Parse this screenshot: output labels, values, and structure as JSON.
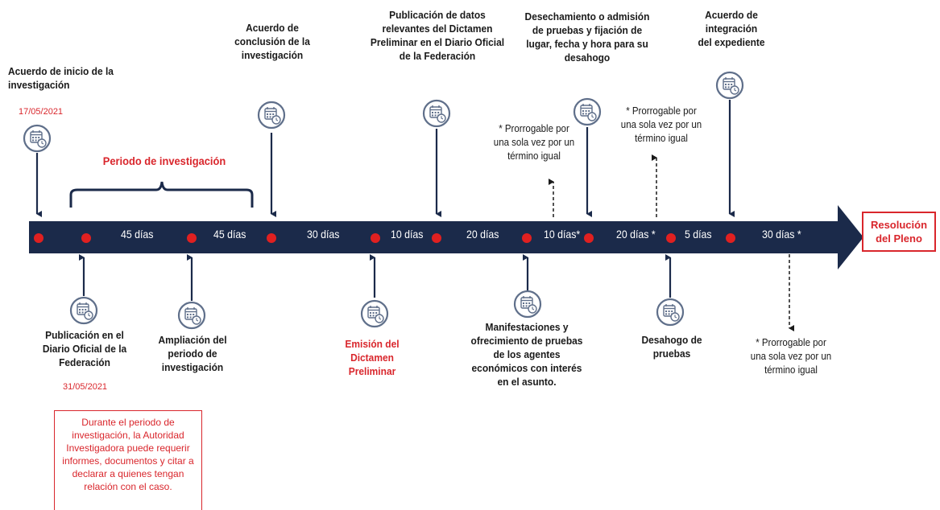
{
  "labels": {
    "inicio": "Acuerdo de inicio de la investigación",
    "conclusion": "Acuerdo de conclusión de la investigación",
    "publicacion_dictamen": "Publicación de datos relevantes del Dictamen Preliminar en el Diario Oficial de la Federación",
    "desechamiento": "Desechamiento o admisión de pruebas y fijación de lugar, fecha y hora para su desahogo",
    "integracion": "Acuerdo de integración del expediente",
    "publicacion_dof": "Publicación en el Diario Oficial de la Federación",
    "ampliacion": "Ampliación del periodo de investigación",
    "emision": "Emisión del Dictamen Preliminar",
    "manifestaciones": "Manifestaciones y ofrecimiento de pruebas de los agentes económicos con interés en el asunto.",
    "desahogo": "Desahogo de pruebas",
    "periodo_investigacion": "Periodo de investigación",
    "resolucion": "Resolución del Pleno"
  },
  "dates": {
    "inicio": "17/05/2021",
    "publicacion_dof": "31/05/2021"
  },
  "notes": {
    "prorrogable_1": "* Prorrogable por una sola vez por un término igual",
    "prorrogable_2": "* Prorrogable por una sola vez por un término igual",
    "prorrogable_3": "* Prorrogable por una sola vez por un término igual"
  },
  "infobox": "Durante el periodo de investigación, la Autoridad Investigadora puede requerir informes, documentos y citar a declarar a quienes tengan relación con el caso.",
  "durations": [
    "45 días",
    "45 días",
    "30 días",
    "10 días",
    "20 días",
    "10 días*",
    "20 días *",
    "5 días",
    "30 días *"
  ],
  "colors": {
    "timeline": "#1b2a4a",
    "dot": "#e02020",
    "accent_red": "#d9262c",
    "icon_stroke": "#5f6f8a"
  },
  "icons": [
    "calendar-clock-icon"
  ]
}
